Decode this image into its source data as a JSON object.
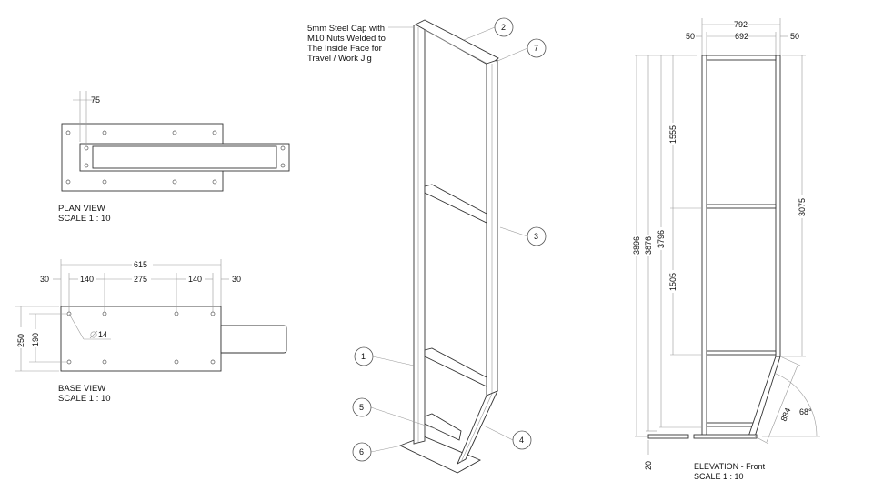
{
  "plan_view": {
    "title": "PLAN VIEW",
    "scale": "SCALE 1 : 10",
    "dim_75": "75"
  },
  "base_view": {
    "title": "BASE VIEW",
    "scale": "SCALE 1 : 10",
    "dim_overall": "615",
    "dim_edge_left": "30",
    "dim_140_left": "140",
    "dim_275": "275",
    "dim_140_right": "140",
    "dim_edge_right": "30",
    "dim_250": "250",
    "dim_190": "190",
    "hole_dia": "14"
  },
  "isometric": {
    "note": [
      "5mm Steel Cap with",
      "M10 Nuts Welded to",
      "The Inside Face for",
      "Travel / Work Jig"
    ],
    "callouts": [
      "1",
      "2",
      "3",
      "4",
      "5",
      "6",
      "7"
    ]
  },
  "elevation": {
    "title": "ELEVATION - Front",
    "scale": "SCALE 1 : 10",
    "dim_792": "792",
    "dim_692": "692",
    "dim_50_left": "50",
    "dim_50_right": "50",
    "dim_3896": "3896",
    "dim_3876": "3876",
    "dim_3796": "3796",
    "dim_1555": "1555",
    "dim_1505": "1505",
    "dim_3075": "3075",
    "dim_884": "884",
    "angle": "68°",
    "dim_20": "20"
  }
}
